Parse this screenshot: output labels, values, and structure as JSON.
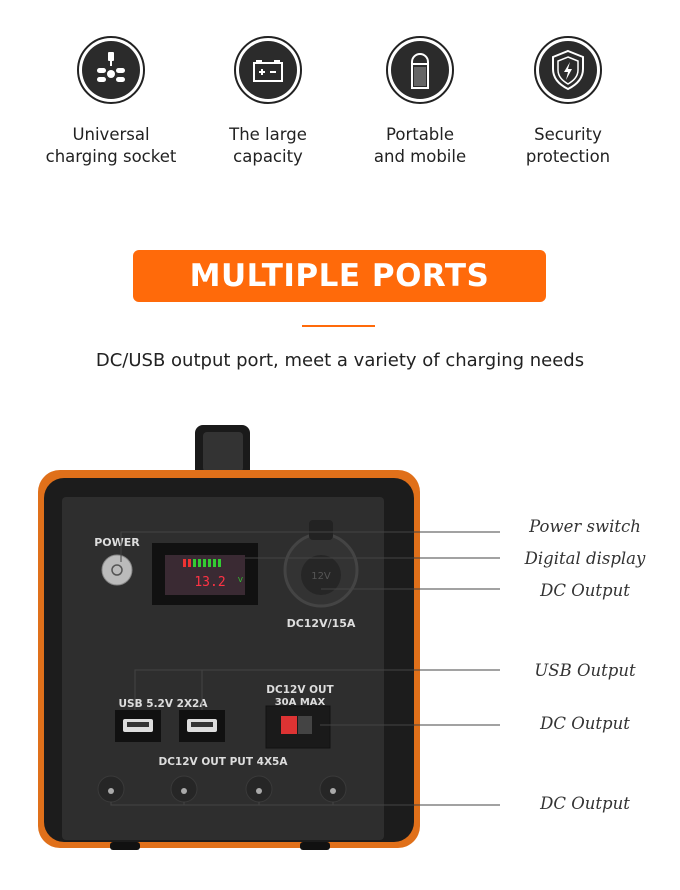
{
  "features": [
    {
      "icon": "plug-socket-icon",
      "label_line1": "Universal",
      "label_line2": "charging socket"
    },
    {
      "icon": "battery-icon",
      "label_line1": "The large",
      "label_line2": "capacity"
    },
    {
      "icon": "portable-battery-icon",
      "label_line1": "Portable",
      "label_line2": "and mobile"
    },
    {
      "icon": "shield-lightning-icon",
      "label_line1": "Security",
      "label_line2": "protection"
    }
  ],
  "banner": {
    "title": "MULTIPLE PORTS",
    "color": "#ff6a0a"
  },
  "subtitle": "DC/USB output port,  meet a variety of charging needs",
  "device": {
    "power_label": "POWER",
    "display_value": "13.2",
    "display_unit": "V",
    "cig_label": "DC12V/15A",
    "cig_socket_text": "12V",
    "usb_label": "USB 5.2V  2X2A",
    "anderson_label_line1": "DC12V OUT",
    "anderson_label_line2": "30A MAX",
    "barrel_label": "DC12V OUT PUT 4X5A",
    "case_color": "#e0701a"
  },
  "callouts": [
    "Power switch",
    "Digital display",
    "DC Output",
    "USB Output",
    "DC Output",
    "DC Output"
  ]
}
